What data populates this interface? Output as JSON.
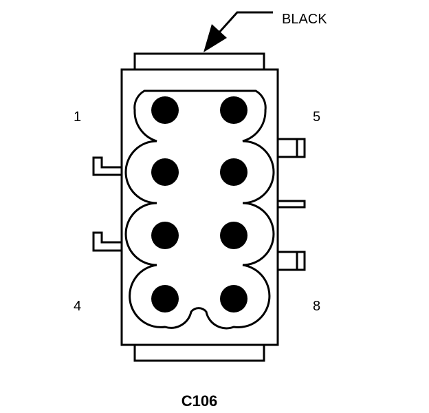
{
  "connector": {
    "name": "C106",
    "color_label": "BLACK",
    "pin_labels": {
      "top_left": "1",
      "bottom_left": "4",
      "top_right": "5",
      "bottom_right": "8"
    },
    "pin_count": 8
  }
}
